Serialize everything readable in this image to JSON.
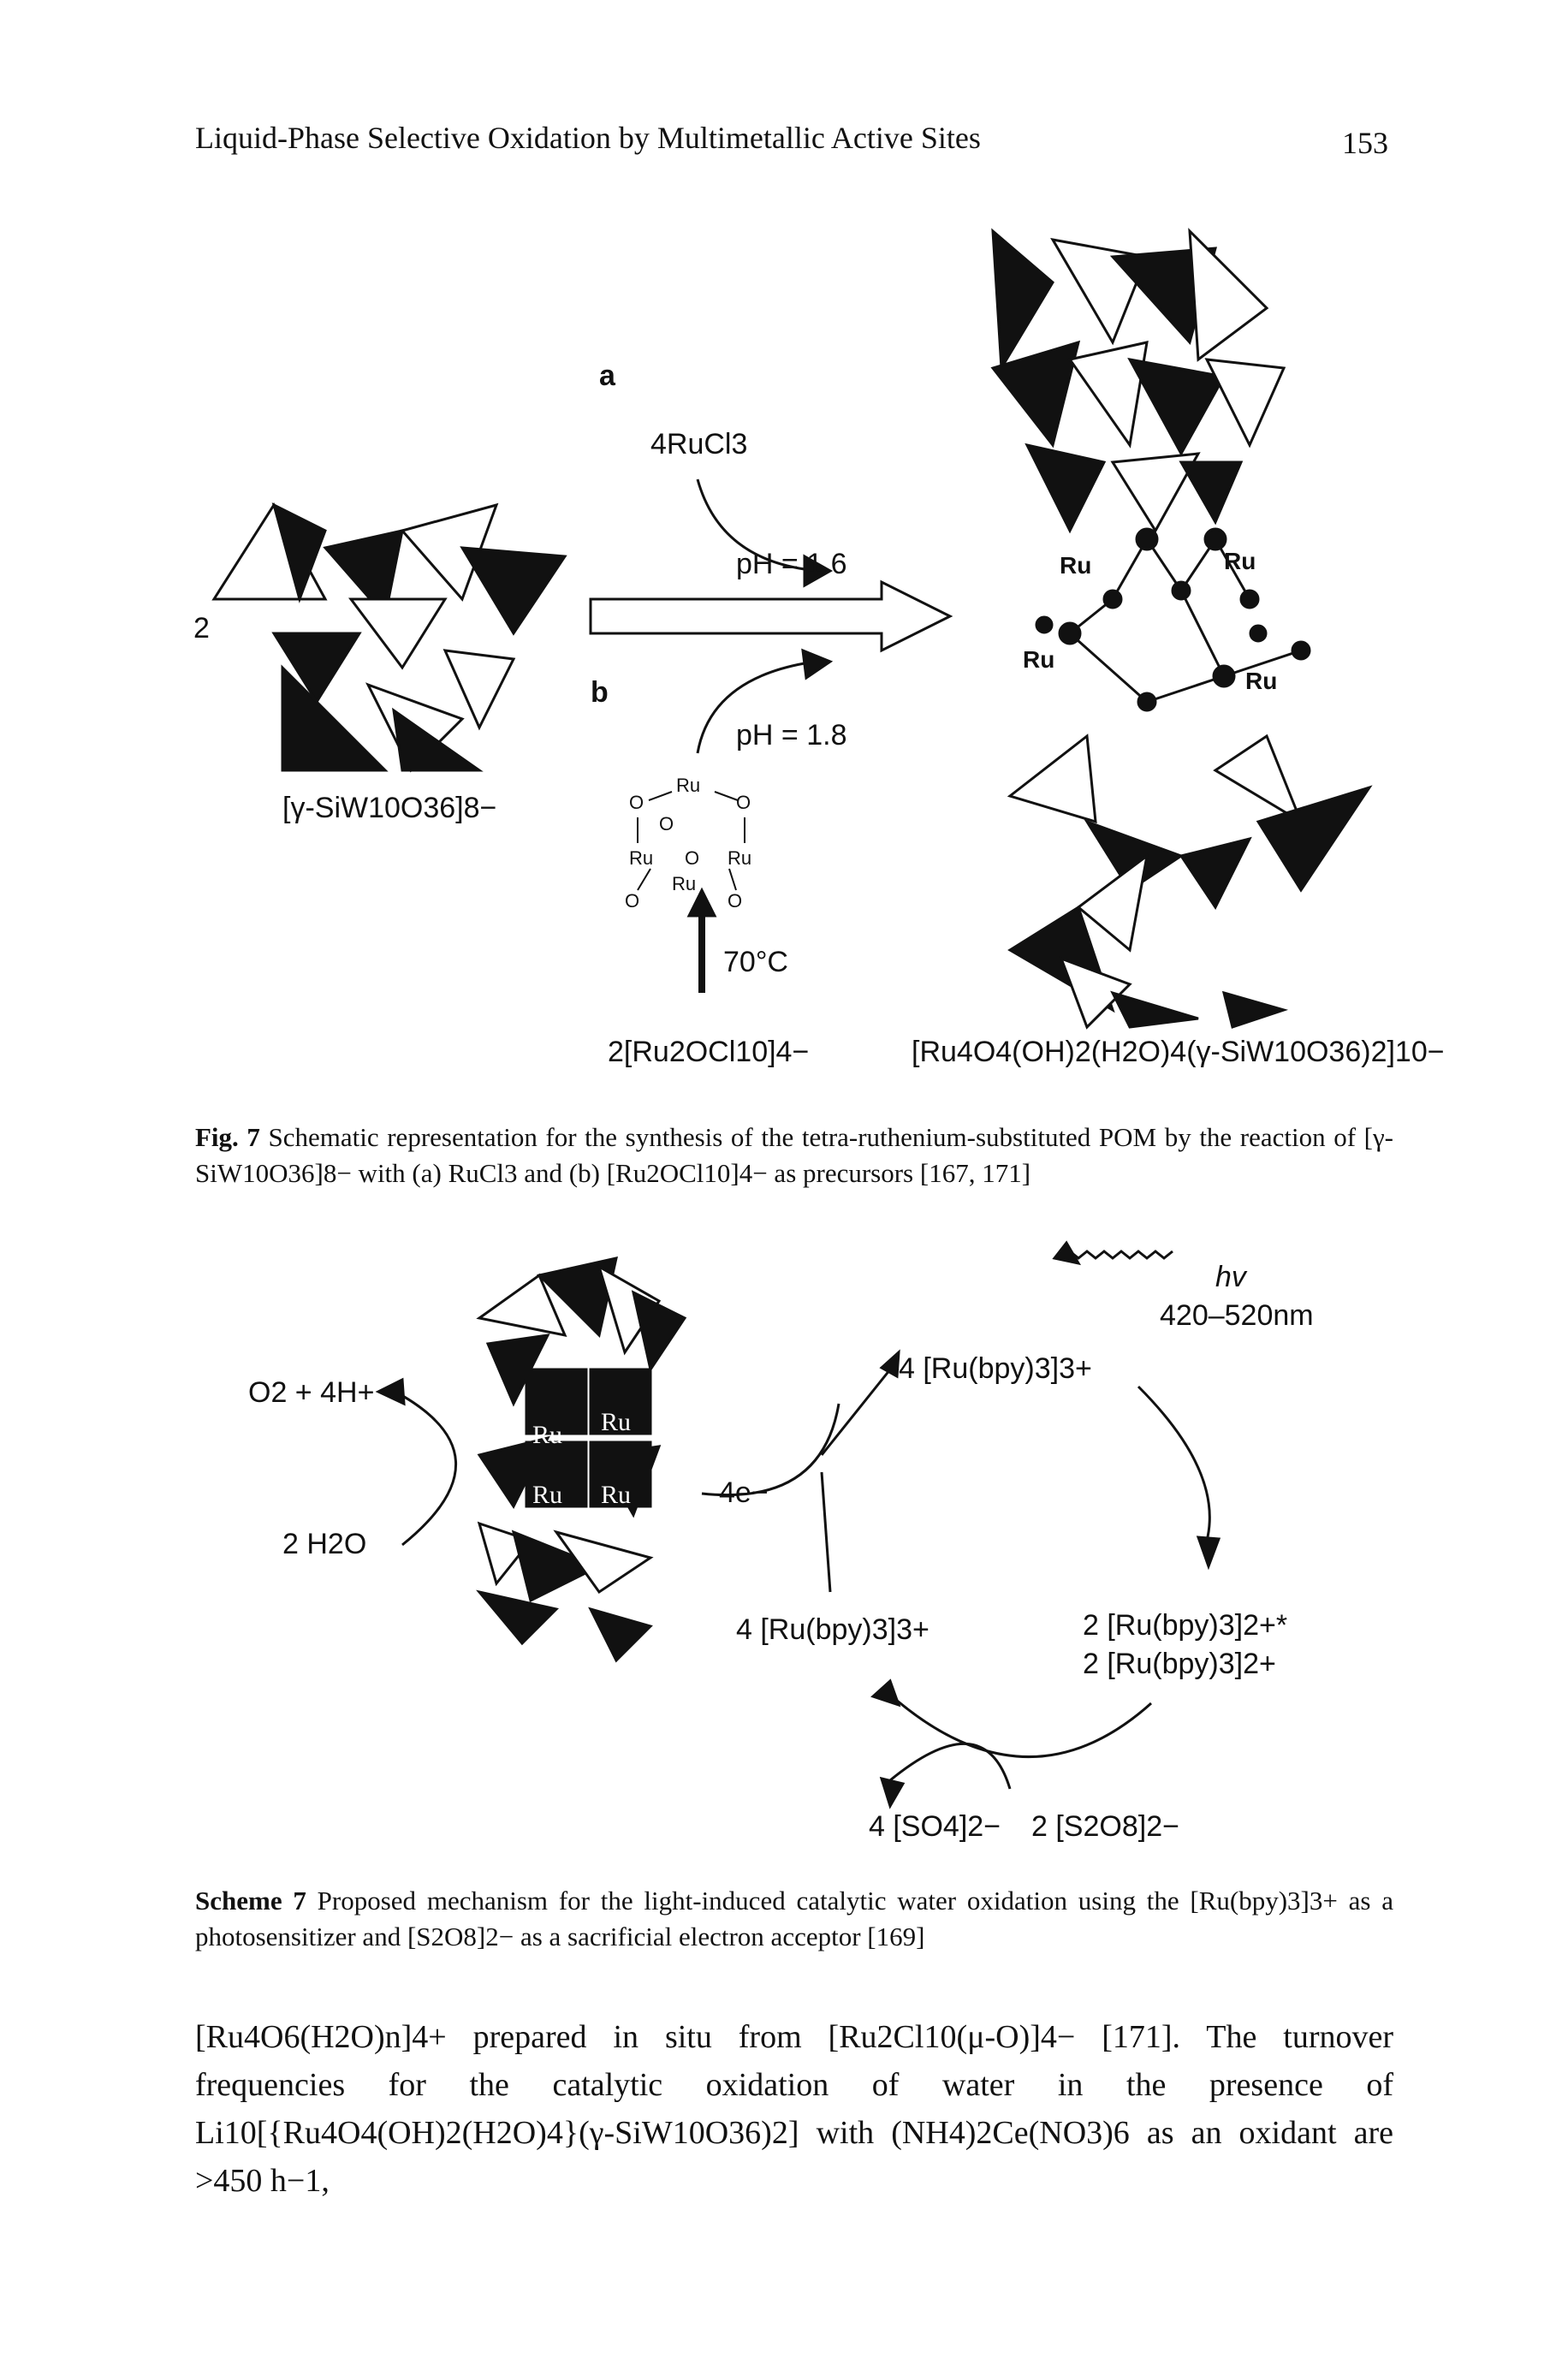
{
  "header": {
    "running_title": "Liquid-Phase Selective Oxidation by Multimetallic Active Sites",
    "page_number": "153"
  },
  "figure7": {
    "label_a": "a",
    "label_b": "b",
    "reagent_a": "4RuCl3",
    "ph_a": "pH = 1.6",
    "ph_b": "pH = 1.8",
    "stoich": "2",
    "reactant": "[γ-SiW10O36]8−",
    "temperature": "70°C",
    "reagent_b": "2[Ru2OCl10]4−",
    "product": "[Ru4O4(OH)2(H2O)4(γ-SiW10O36)2]10−",
    "ru_labels": [
      "Ru",
      "Ru",
      "Ru",
      "Ru"
    ],
    "ring_atoms": {
      "ru": "Ru",
      "o": "O"
    }
  },
  "caption_fig7": {
    "label": "Fig. 7",
    "text": "Schematic representation for the synthesis of the tetra-ruthenium-substituted POM by the reaction of [γ-SiW10O36]8− with (a) RuCl3 and (b) [Ru2OCl10]4− as precursors [167, 171]"
  },
  "scheme7": {
    "o2": "O2 + 4H+",
    "water": "2 H2O",
    "electrons": "4e−",
    "hv": "hv",
    "wavelength": "420–520nm",
    "ru3_top": "4 [Ru(bpy)3]3+",
    "ru3_left": "4 [Ru(bpy)3]3+",
    "ru2_excited": "2 [Ru(bpy)3]2+*",
    "ru2": "2 [Ru(bpy)3]2+",
    "sulfate": "4 [SO4]2−",
    "persulfate": "2 [S2O8]2−",
    "ru_labels": [
      "Ru",
      "Ru",
      "Ru",
      "Ru"
    ]
  },
  "caption_scheme7": {
    "label": "Scheme 7",
    "text": "Proposed mechanism for the light-induced catalytic water oxidation using the [Ru(bpy)3]3+ as a photosensitizer and [S2O8]2− as a sacrificial electron acceptor [169]"
  },
  "body": {
    "paragraph": "[Ru4O6(H2O)n]4+ prepared in situ from [Ru2Cl10(μ-O)]4− [171]. The turnover frequencies for the catalytic oxidation of water in the presence of Li10[{Ru4O4(OH)2(H2O)4}(γ-SiW10O36)2] with (NH4)2Ce(NO3)6 as an oxidant are >450 h−1,"
  }
}
